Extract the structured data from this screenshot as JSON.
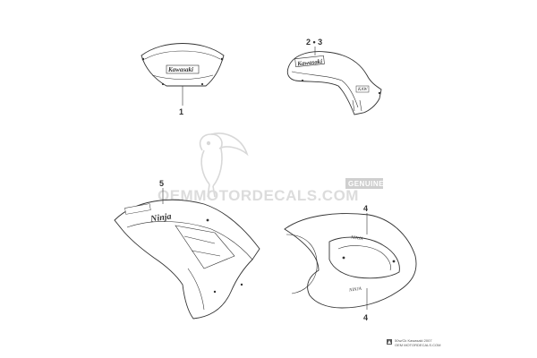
{
  "callouts": {
    "windshield": "1",
    "tank_cover": "2 • 3",
    "side_cowl": "5",
    "seat_cowl_upper": "4",
    "seat_cowl_lower": "4"
  },
  "decals": {
    "windshield_logo": "Kawasaki",
    "tank_logo": "Kawasaki",
    "side_logo": "Ninja",
    "tail_logo_upper": "NINJA",
    "tail_logo_lower": "NINJA",
    "rear_small_logo": "KAW"
  },
  "watermark": {
    "site_name": "OEMMOTORDECALS.COM",
    "genuine_label": "GENUINE"
  },
  "footer": {
    "line1": "50w/Ck Kawasaki 2007",
    "line2": "OEM MOTORDECALS.COM"
  },
  "colors": {
    "line": "#333333",
    "callout_text": "#333333",
    "watermark": "#dcdcdc",
    "genuine_badge": "#cfcfcf"
  },
  "icons": {
    "watermark_bird": "toucan-icon",
    "footer_mark": "brand-mark-icon"
  }
}
